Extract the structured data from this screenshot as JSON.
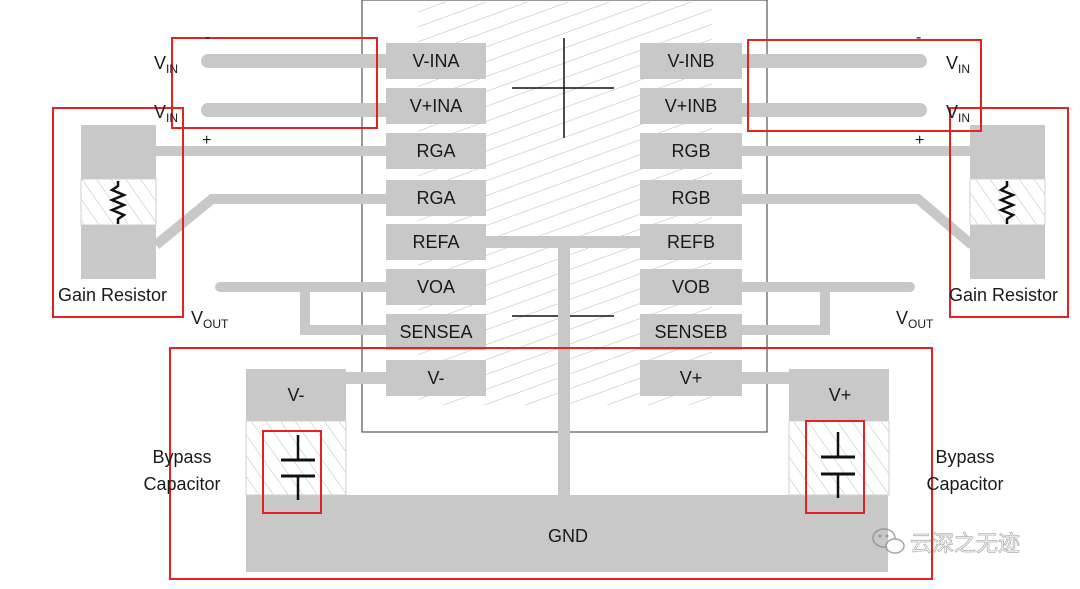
{
  "pins_left": [
    "V-INA",
    "V+INA",
    "RGA",
    "RGA",
    "REFA",
    "VOA",
    "SENSEA",
    "V-"
  ],
  "pins_right": [
    "V-INB",
    "V+INB",
    "RGB",
    "RGB",
    "REFB",
    "VOB",
    "SENSEB",
    "V+"
  ],
  "left_labels": {
    "vin_minus": "V",
    "vin_minus_sub": "IN",
    "vin_minus_sign": "-",
    "vin_plus": "V",
    "vin_plus_sub": "IN",
    "vin_plus_sign": "+",
    "gain_resistor": "Gain Resistor",
    "vout": "V",
    "vout_sub": "OUT",
    "cap_node": "V-",
    "bypass_line1": "Bypass",
    "bypass_line2": "Capacitor"
  },
  "right_labels": {
    "vin_minus": "V",
    "vin_minus_sub": "IN",
    "vin_minus_sign": "-",
    "vin_plus": "V",
    "vin_plus_sub": "IN",
    "vin_plus_sign": "+",
    "gain_resistor": "Gain Resistor",
    "vout": "V",
    "vout_sub": "OUT",
    "cap_node": "V+",
    "bypass_line1": "Bypass",
    "bypass_line2": "Capacitor"
  },
  "gnd_label": "GND",
  "watermark": "云深之无迹",
  "colors": {
    "pad": "#c8c8c8",
    "trace": "#c8c8c8",
    "highlight": "#e52222",
    "text": "#1a1a1a"
  }
}
